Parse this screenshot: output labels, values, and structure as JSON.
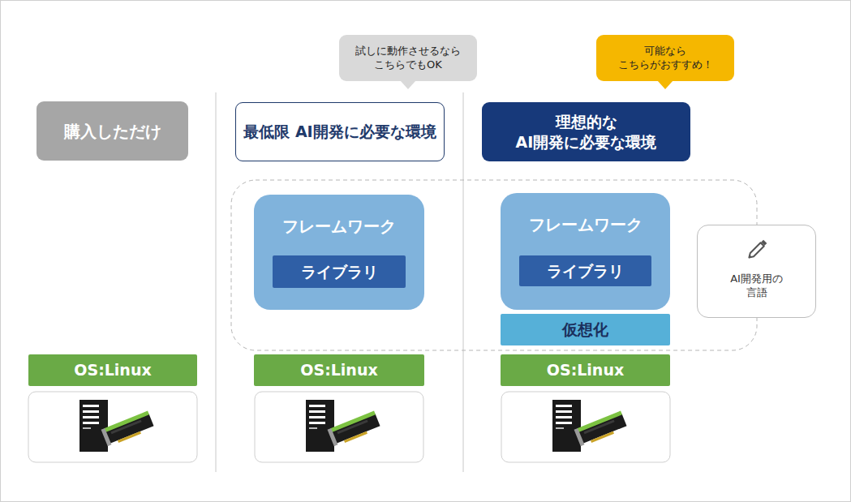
{
  "diagram": {
    "nodes": [
      {
        "text": [
          "試しに動作させるなら こちらでもOK"
        ]
      },
      {
        "text": [
          "可能なら こちらがおすすめ！"
        ]
      },
      {
        "text": [
          "購入しただけ"
        ]
      },
      {
        "text": [
          "最低限 AI開発に必要な環境"
        ]
      },
      {
        "text": [
          "理想的な AI開発に必要な環境"
        ]
      },
      {
        "text": [
          "フレームワーク"
        ]
      },
      {
        "text": [
          "ライブラリ"
        ],
        "in": 5
      },
      {
        "text": [
          "フレームワーク"
        ]
      },
      {
        "text": [
          "ライブラリ"
        ],
        "in": 7
      },
      {
        "text": [
          "仮想化"
        ]
      },
      {
        "text": [
          "AI開発用の 言語"
        ]
      },
      {
        "text": [
          "OS:Linux"
        ]
      },
      {
        "text": [
          "OS:Linux"
        ]
      },
      {
        "text": [
          "OS:Linux"
        ]
      }
    ]
  }
}
